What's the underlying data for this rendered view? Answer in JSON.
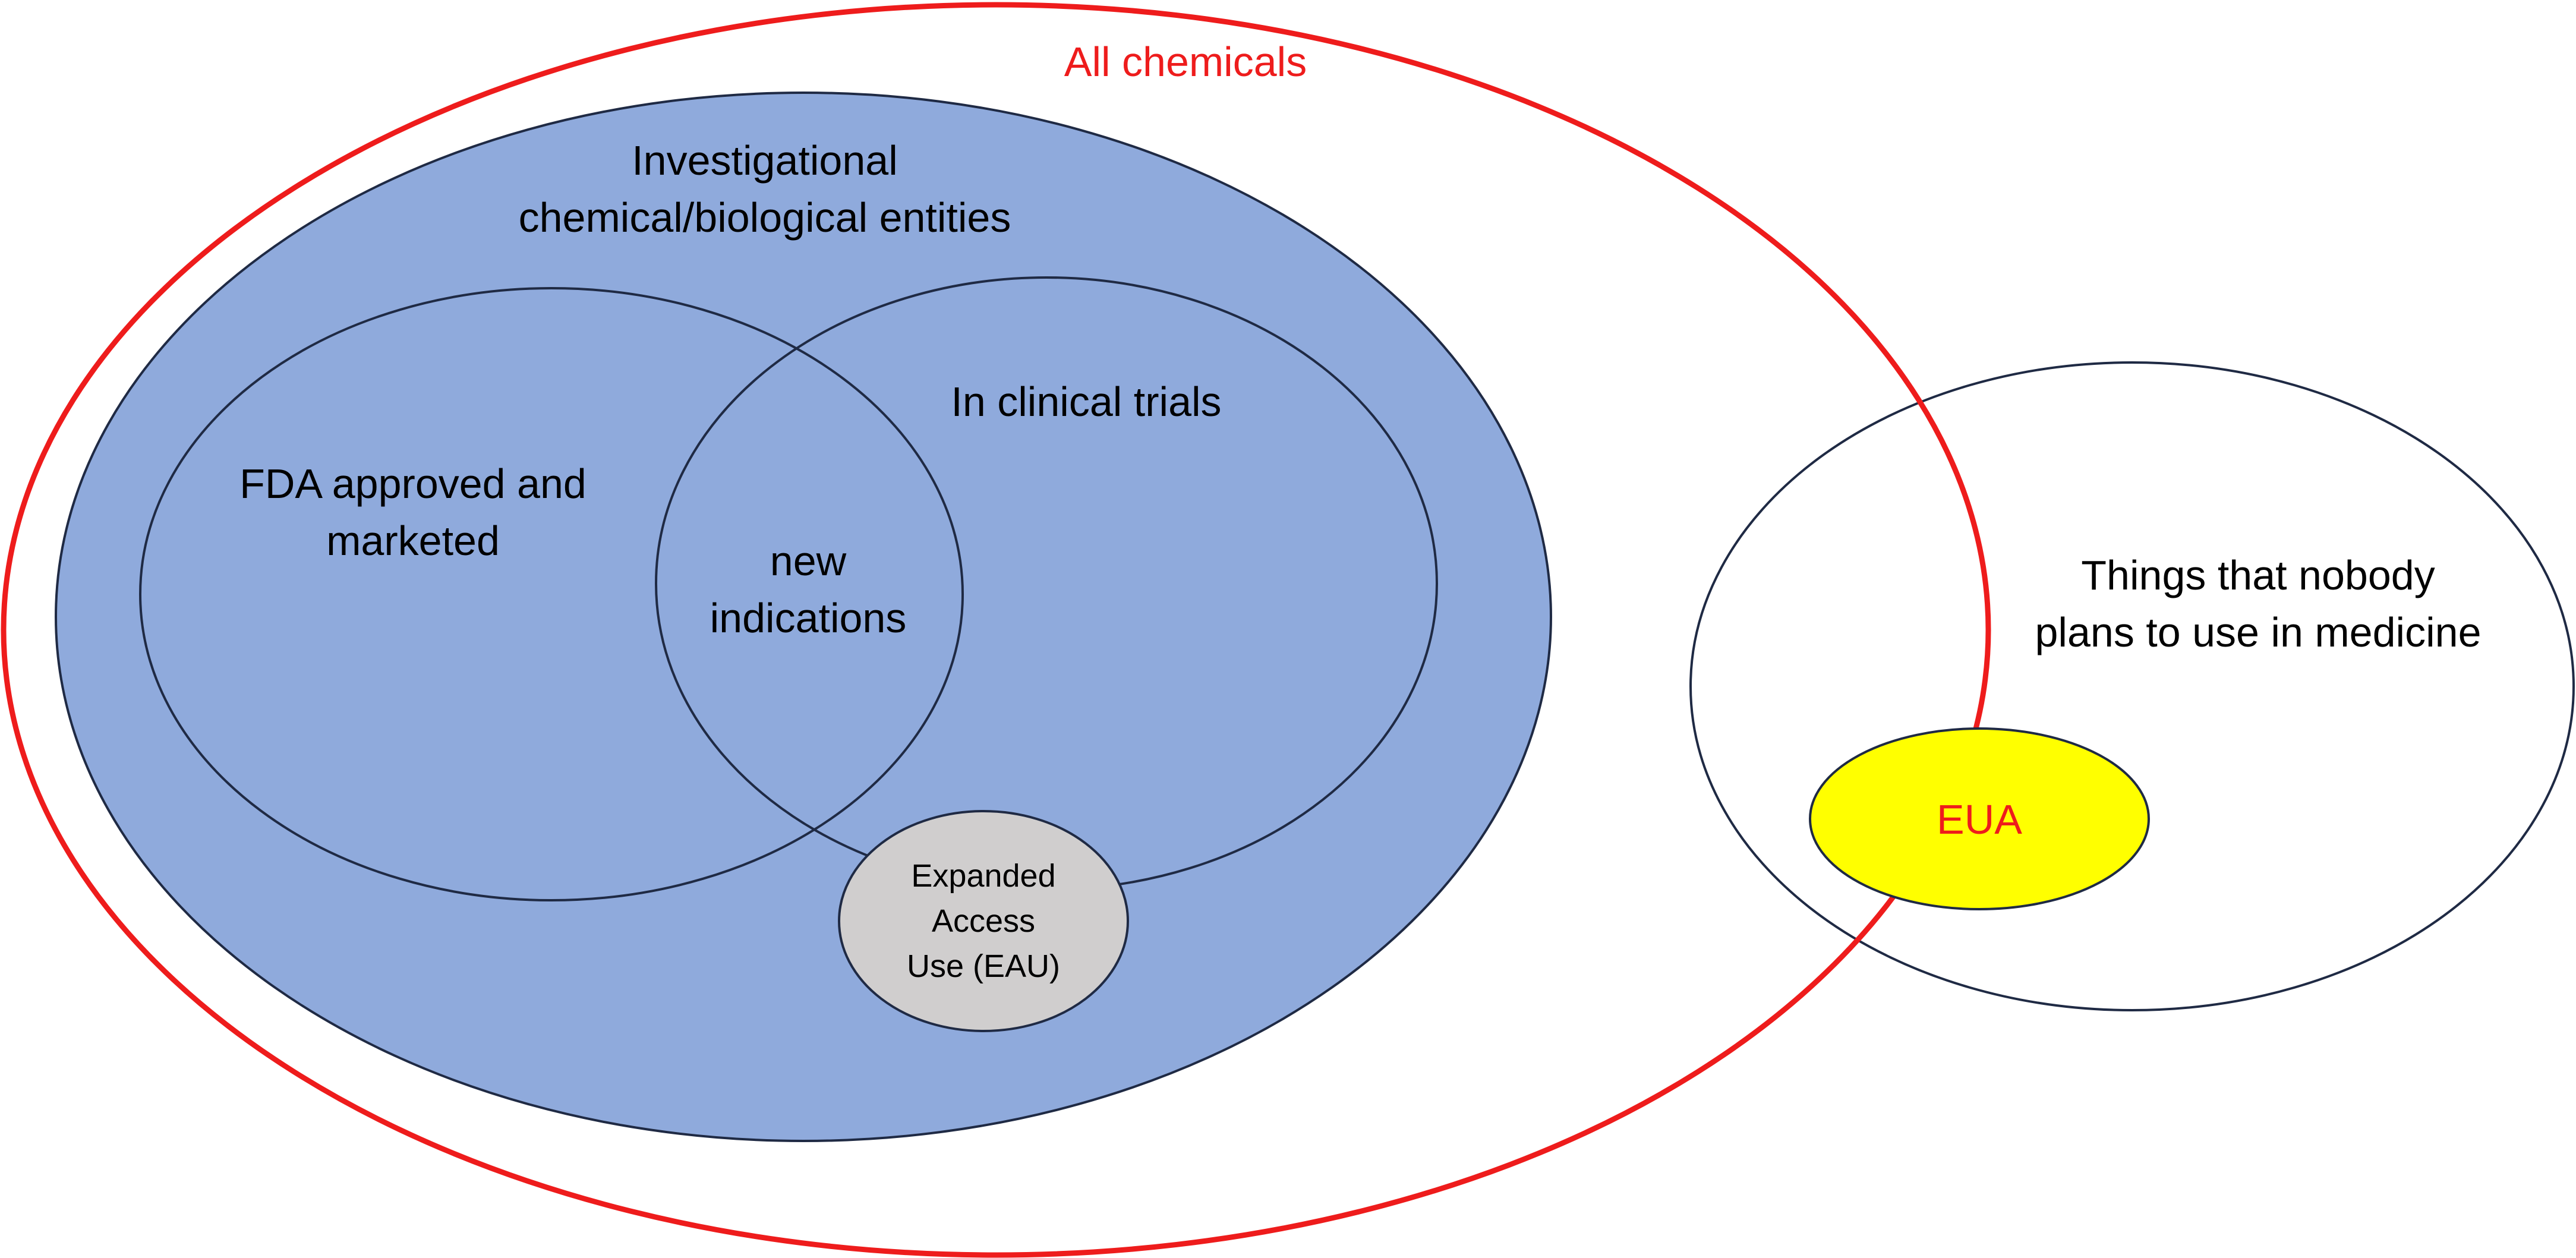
{
  "diagram": {
    "all_chemicals": {
      "label": "All chemicals"
    },
    "investigational": {
      "label_lines": [
        "Investigational",
        "chemical/biological entities"
      ]
    },
    "fda_approved": {
      "label_lines": [
        "FDA approved and",
        "marketed"
      ]
    },
    "clinical_trials": {
      "label": "In clinical trials"
    },
    "new_indications": {
      "label_lines": [
        "new",
        "indications"
      ]
    },
    "expanded_access": {
      "label_lines": [
        "Expanded",
        "Access",
        "Use (EAU)"
      ]
    },
    "nobody_plans": {
      "label_lines": [
        "Things that nobody",
        "plans to use in medicine"
      ]
    },
    "eua": {
      "label": "EUA"
    }
  },
  "colors": {
    "all_chemicals_outline": "#ee1c1c",
    "all_chemicals_text": "#ee1c1c",
    "investigational_fill": "#8faadc",
    "dark_outline": "#1f2a44",
    "expanded_access_fill": "#d0cece",
    "eua_fill": "#ffff00",
    "eua_text": "#ee1c1c",
    "label_text": "#000000"
  }
}
